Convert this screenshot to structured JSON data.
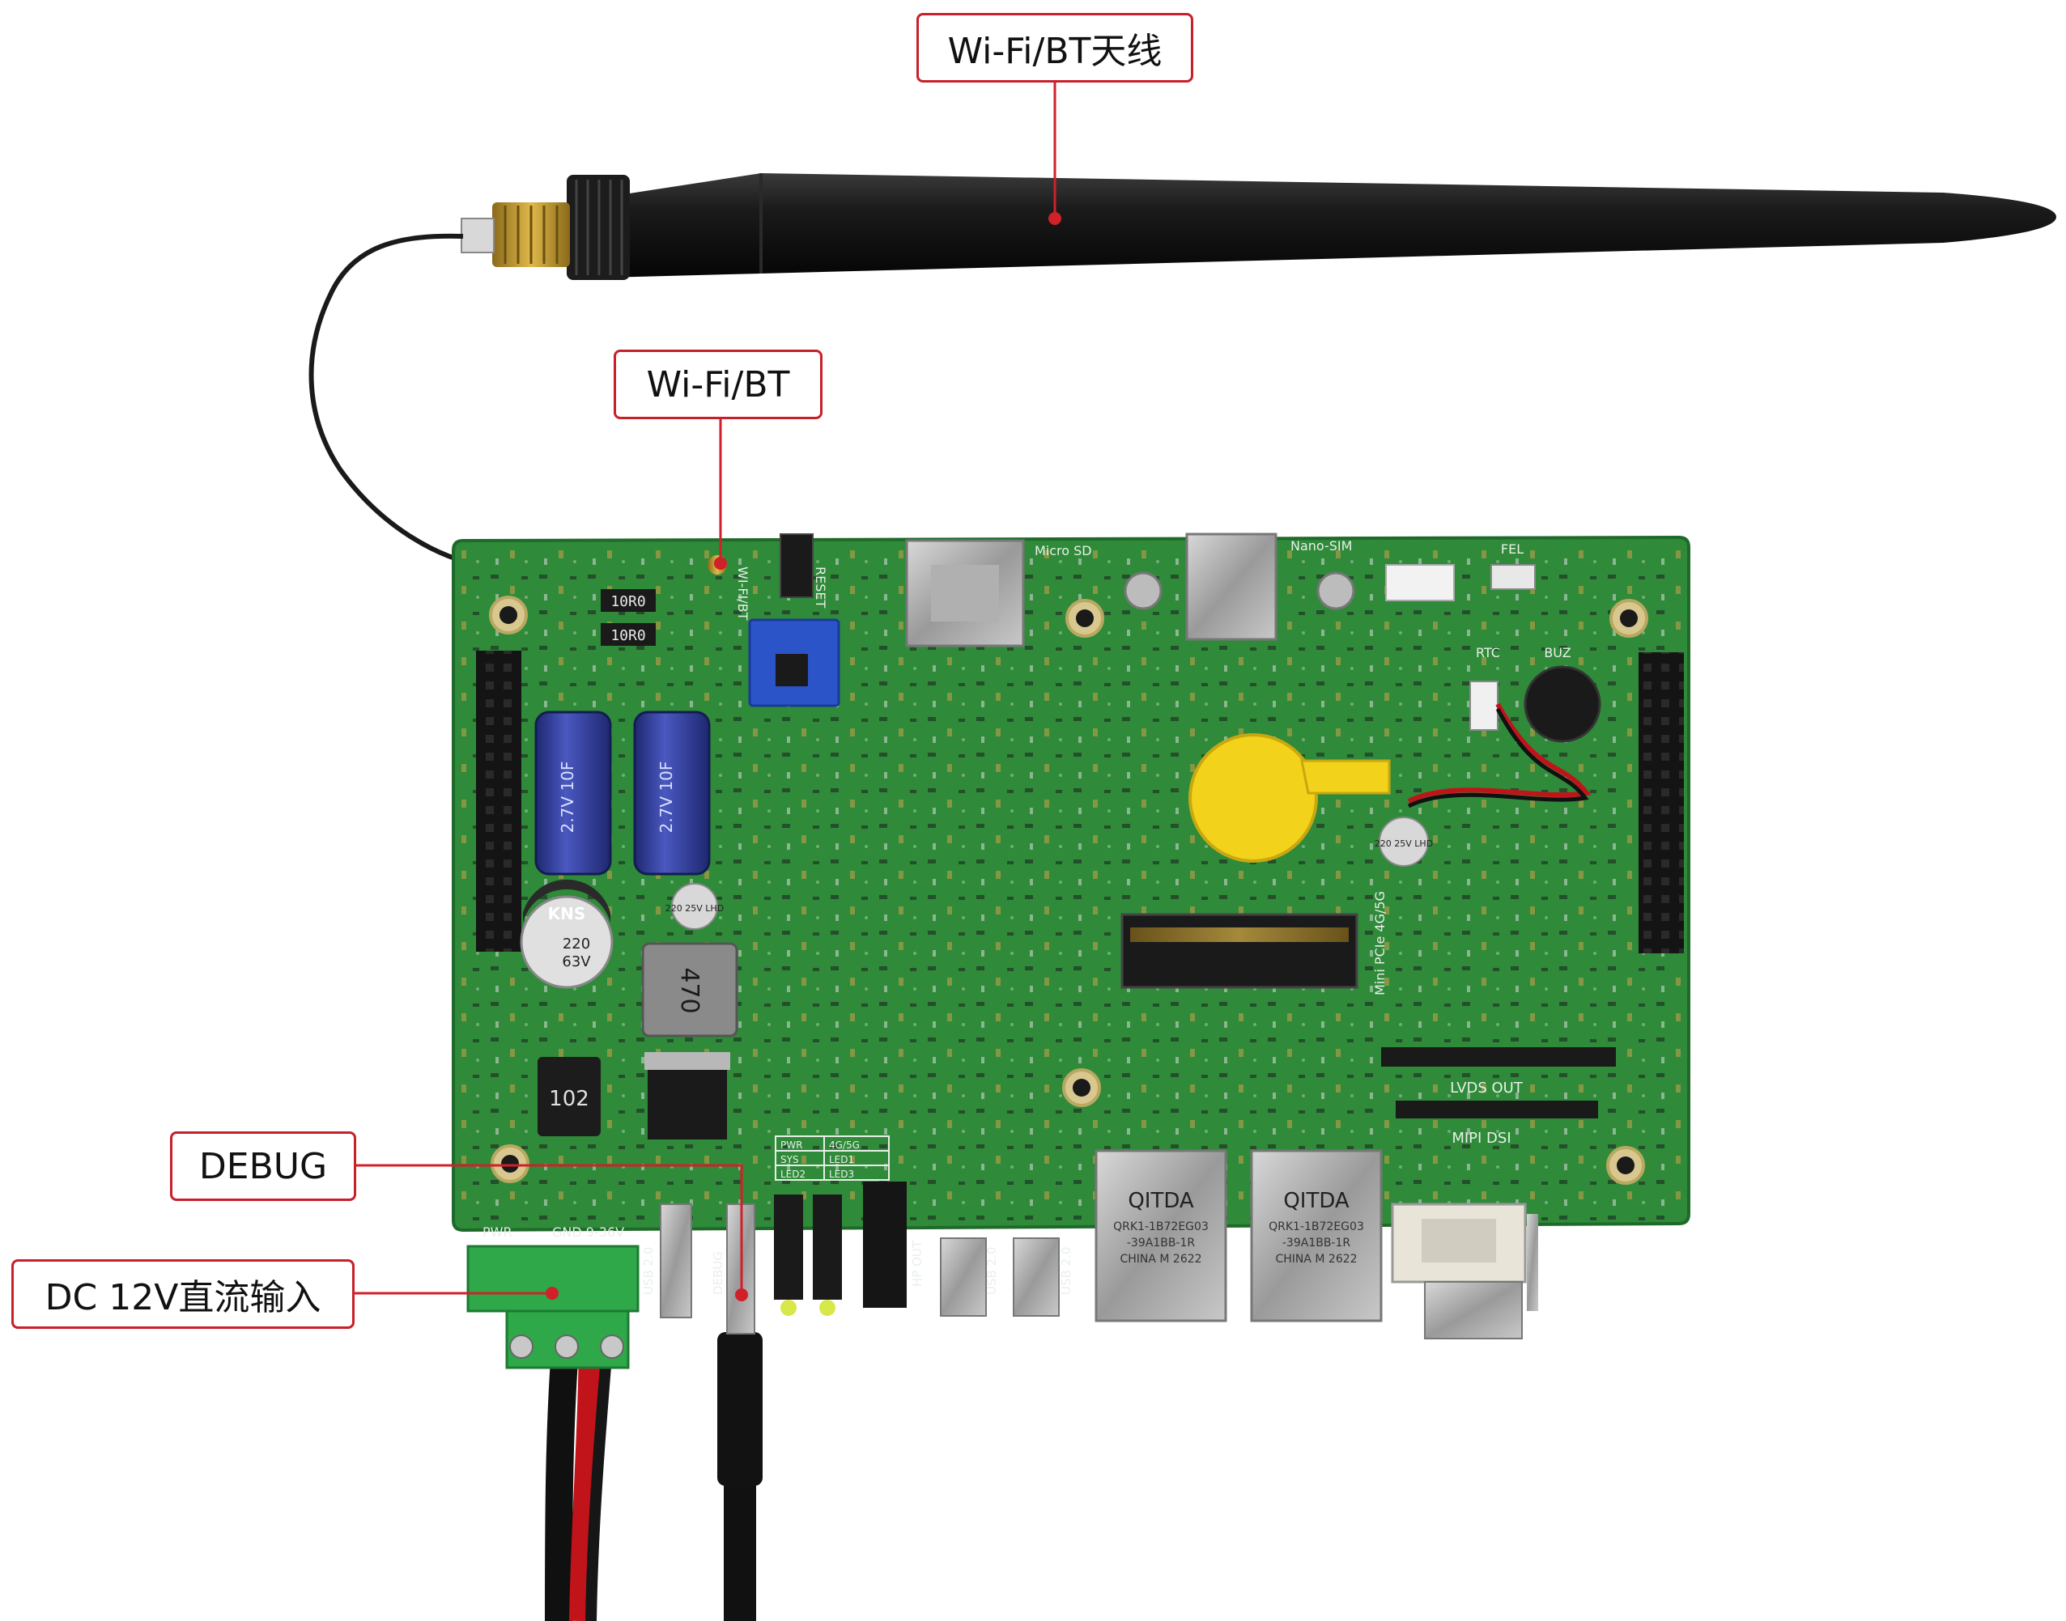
{
  "colors": {
    "callout_border": "#c8202a",
    "leader_line": "#d0202a",
    "pcb_green": "#2f8a3a",
    "antenna_black": "#151515",
    "coin_cell_yellow": "#f2d21a",
    "capacitor_blue": "#2e3a9a",
    "terminal_green": "#2fa84a"
  },
  "callouts": {
    "antenna": "Wi-Fi/BT天线",
    "wifi_bt": "Wi-Fi/BT",
    "debug": "DEBUG",
    "dc_input": "DC 12V直流输入"
  },
  "board_silkscreen": {
    "micro_sd": "Micro SD",
    "nano_sim": "Nano-SIM",
    "fel": "FEL",
    "rtc": "RTC",
    "buz": "BUZ",
    "reset": "RESET",
    "wifi_bt_port": "WI-FI/BT",
    "mini_pcie": "Mini PCIe 4G/5G",
    "lvds_out": "LVDS OUT",
    "mipi_dsi": "MIPI DSI",
    "pwr": "PWR",
    "gnd_voltage": "GND 9-36V",
    "usb_2_0": "USB 2.0",
    "debug_port": "DEBUG",
    "hp_out": "HP OUT",
    "led_pwr": "PWR",
    "led_sys": "SYS",
    "led_4g5g": "4G/5G",
    "led1": "LED1",
    "led2": "LED2",
    "led3": "LED3",
    "rj45_brand_1": "QITDA",
    "rj45_model_1a": "QRK1-1B72EG03",
    "rj45_model_1b": "-39A1BB-1R",
    "rj45_origin_1": "CHINA M 2622",
    "rj45_brand_2": "QITDA",
    "rj45_model_2a": "QRK1-1B72EG03",
    "rj45_model_2b": "-39A1BB-1R",
    "rj45_origin_2": "CHINA M 2622",
    "inductor_470": "470",
    "inductor_102": "102",
    "resistor_10r_a": "10R0",
    "resistor_10r_b": "10R0",
    "cap_kns": "KNS",
    "cap_220": "220",
    "cap_63v": "63V",
    "cap_lhd_a": "220 25V LHD",
    "cap_lhd_b": "220 25V LHD",
    "supercap_a": "2.7V 10F",
    "supercap_b": "2.7V 10F"
  },
  "icons": {
    "antenna": "antenna-icon",
    "board": "pcb-board-icon"
  }
}
